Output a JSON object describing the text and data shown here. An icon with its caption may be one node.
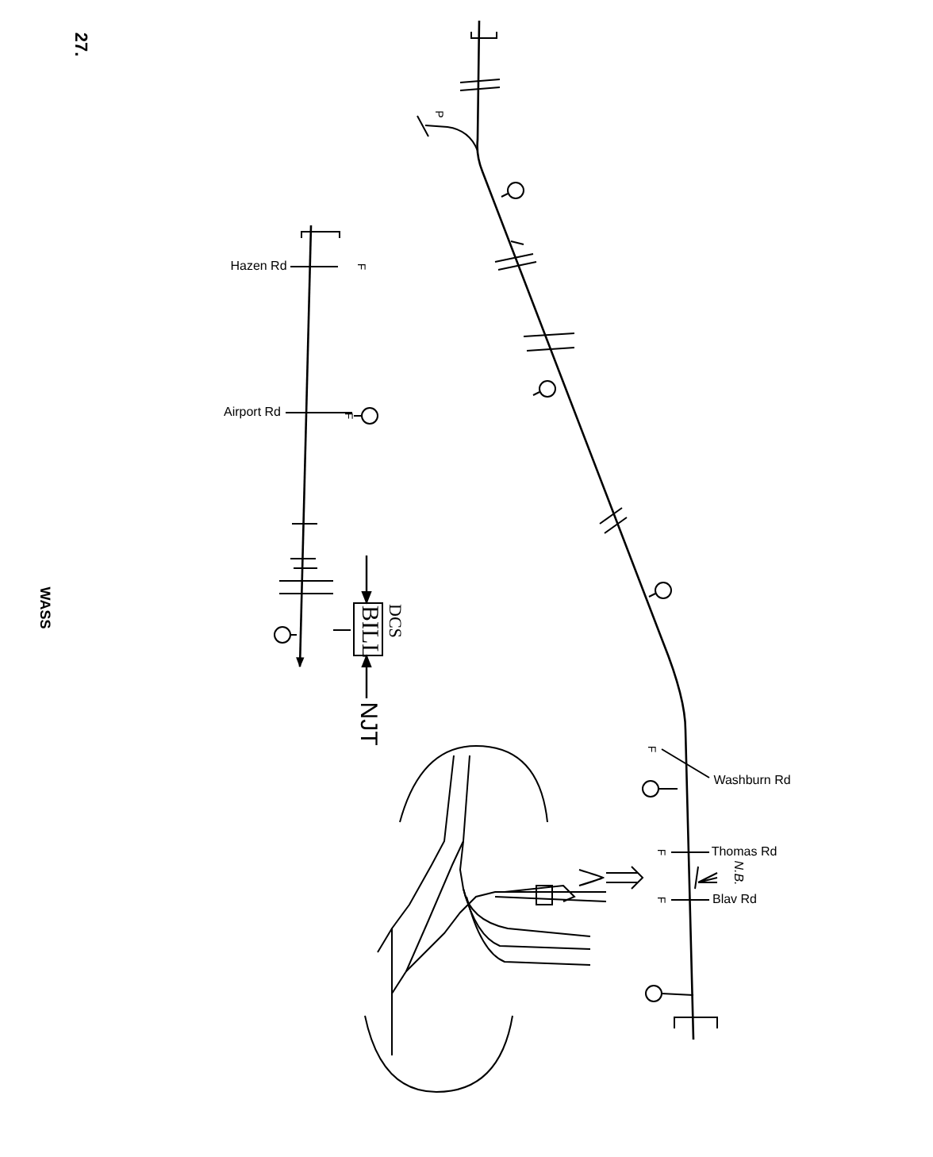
{
  "diagram": {
    "nodes": [
      {
        "text": [
          "DCS",
          "BILL"
        ]
      },
      {
        "text": [
          "NJT"
        ]
      }
    ],
    "edges": [
      {
        "from": null,
        "to": 0,
        "arrow": "to"
      },
      {
        "from": 1,
        "to": 0,
        "arrow": "to"
      }
    ],
    "labels": [
      "27.",
      "P",
      "Hazen Rd",
      "F",
      "Airport Rd",
      "F",
      "WASS",
      "F",
      "Washburn Rd",
      "F",
      "Thomas Rd",
      "N.B.",
      "F",
      "Blav Rd"
    ]
  }
}
